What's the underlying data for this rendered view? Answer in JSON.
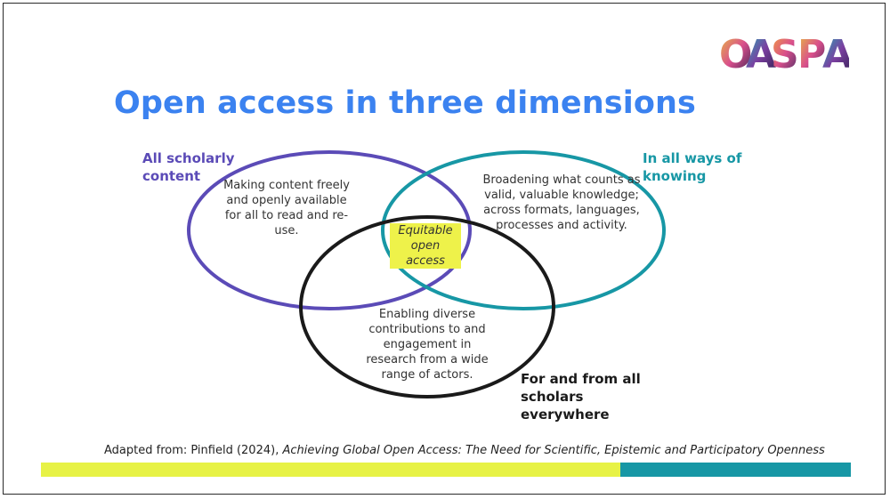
{
  "slide": {
    "title": "Open access in three dimensions",
    "logo_text": "OASPA",
    "logo_letters": [
      "O",
      "A",
      "S",
      "P",
      "A"
    ],
    "caption_prefix": "Adapted from: Pinfield (2024), ",
    "caption_title": "Achieving Global Open Access: The Need for Scientific, Epistemic and Participatory Openness"
  },
  "diagram": {
    "circles": [
      {
        "label": "All scholarly content",
        "description": "Making content freely and openly available for all to read and re-use.",
        "color": "#5b4bb7"
      },
      {
        "label": "In all ways of knowing",
        "description": "Broadening what counts as valid, valuable knowledge; across formats, languages, processes and activity.",
        "color": "#1797a5"
      },
      {
        "label": "For and from all scholars everywhere",
        "description": "Enabling diverse contributions to and engagement in research from a wide range of actors.",
        "color": "#1a1a1a"
      }
    ],
    "center_lines": [
      "Equitable",
      "open",
      "access"
    ],
    "center_highlight": "#eef24a"
  },
  "colors": {
    "title": "#3b82f0",
    "bar_yellow": "#e7f246",
    "bar_teal": "#1797a5",
    "logo_colors": [
      "#2d1f4d",
      "#7b3fa0",
      "#d94f8c",
      "#f2a33a",
      "#1fb3b8"
    ]
  }
}
